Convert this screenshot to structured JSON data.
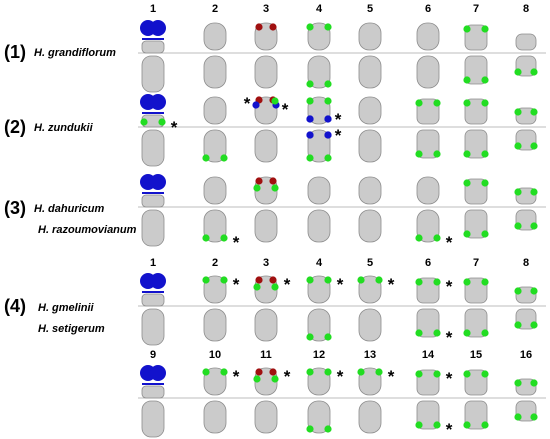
{
  "colors": {
    "chromosome_fill": "#cbcbcb",
    "chromosome_stroke": "#8c8c8c",
    "signal_green": "#22dd22",
    "signal_red": "#a01010",
    "signal_blue": "#1212cc",
    "centromere_line": "#bdbdbd"
  },
  "groups": [
    {
      "label": "(1)",
      "names": [
        "H. grandiflorum"
      ],
      "number_row": [
        "1",
        "2",
        "3",
        "4",
        "5",
        "6",
        "7",
        "8"
      ],
      "rows": [
        {
          "chromosomes": [
            {
              "num": "1",
              "shape": "sat",
              "top": [
                "blue"
              ],
              "bottom": [],
              "mid": [],
              "star": false,
              "star_pos": ""
            },
            {
              "num": "2",
              "shape": "met",
              "top": [],
              "bottom": [],
              "mid": [],
              "star": false,
              "star_pos": ""
            },
            {
              "num": "3",
              "shape": "met",
              "top": [
                "red",
                "red"
              ],
              "bottom": [],
              "mid": [],
              "star": false,
              "star_pos": ""
            },
            {
              "num": "4",
              "shape": "met",
              "top": [
                "green",
                "green"
              ],
              "bottom": [
                "green",
                "green"
              ],
              "mid": [],
              "star": false,
              "star_pos": ""
            },
            {
              "num": "5",
              "shape": "met",
              "top": [],
              "bottom": [],
              "mid": [],
              "star": false,
              "star_pos": ""
            },
            {
              "num": "6",
              "shape": "met",
              "top": [],
              "bottom": [],
              "mid": [],
              "star": false,
              "star_pos": ""
            },
            {
              "num": "7",
              "shape": "flat",
              "top": [
                "green",
                "green"
              ],
              "bottom": [
                "green",
                "green"
              ],
              "mid": [],
              "star": false,
              "star_pos": ""
            },
            {
              "num": "8",
              "shape": "small",
              "top": [],
              "bottom": [
                "green",
                "green"
              ],
              "mid": [],
              "star": false,
              "star_pos": ""
            }
          ]
        }
      ]
    },
    {
      "label": "(2)",
      "names": [
        "H. zundukii"
      ],
      "number_row": [],
      "rows": [
        {
          "chromosomes": [
            {
              "num": "1",
              "shape": "sat",
              "top": [
                "blue",
                "green"
              ],
              "bottom": [],
              "mid": [],
              "star": true,
              "star_pos": "upper-right"
            },
            {
              "num": "2",
              "shape": "met",
              "top": [],
              "bottom": [
                "green",
                "green"
              ],
              "mid": [],
              "star": false,
              "star_pos": ""
            },
            {
              "num": "3",
              "shape": "met",
              "top": [
                "red-blue",
                "green"
              ],
              "bottom": [],
              "mid": [],
              "star": true,
              "star_pos": "both-sides"
            },
            {
              "num": "4",
              "shape": "met",
              "top": [
                "green",
                "green"
              ],
              "bottom": [
                "green",
                "green"
              ],
              "mid": [
                "blue",
                "blue"
              ],
              "star": true,
              "star_pos": "mid-right"
            },
            {
              "num": "5",
              "shape": "met",
              "top": [],
              "bottom": [],
              "mid": [],
              "star": false,
              "star_pos": ""
            },
            {
              "num": "6",
              "shape": "flat",
              "top": [
                "green",
                "green"
              ],
              "bottom": [
                "green",
                "green"
              ],
              "mid": [],
              "star": false,
              "star_pos": ""
            },
            {
              "num": "7",
              "shape": "flat",
              "top": [
                "green",
                "green"
              ],
              "bottom": [
                "green",
                "green"
              ],
              "mid": [],
              "star": false,
              "star_pos": ""
            },
            {
              "num": "8",
              "shape": "small",
              "top": [
                "green",
                "green"
              ],
              "bottom": [
                "green",
                "green"
              ],
              "mid": [],
              "star": false,
              "star_pos": ""
            }
          ]
        }
      ]
    },
    {
      "label": "(3)",
      "names": [
        "H. dahuricum",
        "H. razoumovianum"
      ],
      "number_row": [],
      "rows": [
        {
          "chromosomes": [
            {
              "num": "1",
              "shape": "sat",
              "top": [
                "blue"
              ],
              "bottom": [],
              "mid": [],
              "star": false,
              "star_pos": ""
            },
            {
              "num": "2",
              "shape": "met",
              "top": [],
              "bottom": [
                "green",
                "green"
              ],
              "mid": [],
              "star": true,
              "star_pos": "lower-right"
            },
            {
              "num": "3",
              "shape": "met",
              "top": [
                "red",
                "red",
                "green"
              ],
              "bottom": [],
              "mid": [],
              "star": false,
              "star_pos": ""
            },
            {
              "num": "4",
              "shape": "met",
              "top": [],
              "bottom": [],
              "mid": [],
              "star": false,
              "star_pos": ""
            },
            {
              "num": "5",
              "shape": "met",
              "top": [],
              "bottom": [],
              "mid": [],
              "star": false,
              "star_pos": ""
            },
            {
              "num": "6",
              "shape": "met",
              "top": [],
              "bottom": [
                "green",
                "green"
              ],
              "mid": [],
              "star": true,
              "star_pos": "lower-right"
            },
            {
              "num": "7",
              "shape": "flat",
              "top": [
                "green",
                "green"
              ],
              "bottom": [
                "green",
                "green"
              ],
              "mid": [],
              "star": false,
              "star_pos": ""
            },
            {
              "num": "8",
              "shape": "small",
              "top": [
                "green",
                "green"
              ],
              "bottom": [
                "green",
                "green"
              ],
              "mid": [],
              "star": false,
              "star_pos": ""
            }
          ]
        }
      ]
    },
    {
      "label": "(4)",
      "names": [
        "H. gmelinii",
        "H. setigerum"
      ],
      "number_row": [
        "1",
        "2",
        "3",
        "4",
        "5",
        "6",
        "7",
        "8"
      ],
      "rows": [
        {
          "chromosomes": [
            {
              "num": "1",
              "shape": "sat",
              "top": [
                "blue"
              ],
              "bottom": [],
              "mid": [],
              "star": false,
              "star_pos": ""
            },
            {
              "num": "2",
              "shape": "met",
              "top": [
                "green",
                "green"
              ],
              "bottom": [],
              "mid": [],
              "star": true,
              "star_pos": "upper-right"
            },
            {
              "num": "3",
              "shape": "met",
              "top": [
                "red",
                "red",
                "green"
              ],
              "bottom": [],
              "mid": [],
              "star": true,
              "star_pos": "upper-right"
            },
            {
              "num": "4",
              "shape": "met",
              "top": [
                "green",
                "green"
              ],
              "bottom": [
                "green",
                "green"
              ],
              "mid": [],
              "star": true,
              "star_pos": "upper-right"
            },
            {
              "num": "5",
              "shape": "met",
              "top": [
                "green",
                "green"
              ],
              "bottom": [],
              "mid": [],
              "star": true,
              "star_pos": "upper-right"
            },
            {
              "num": "6",
              "shape": "flat",
              "top": [
                "green",
                "green"
              ],
              "bottom": [
                "green",
                "green"
              ],
              "mid": [],
              "star": true,
              "star_pos": "both-right"
            },
            {
              "num": "7",
              "shape": "flat",
              "top": [
                "green",
                "green"
              ],
              "bottom": [
                "green",
                "green"
              ],
              "mid": [],
              "star": false,
              "star_pos": ""
            },
            {
              "num": "8",
              "shape": "small",
              "top": [
                "green",
                "green"
              ],
              "bottom": [
                "green",
                "green"
              ],
              "mid": [],
              "star": false,
              "star_pos": ""
            }
          ]
        },
        {
          "numbers": [
            "9",
            "10",
            "11",
            "12",
            "13",
            "14",
            "15",
            "16"
          ],
          "chromosomes": [
            {
              "num": "9",
              "shape": "sat",
              "top": [
                "blue"
              ],
              "bottom": [],
              "mid": [],
              "star": false,
              "star_pos": ""
            },
            {
              "num": "10",
              "shape": "met",
              "top": [
                "green",
                "green"
              ],
              "bottom": [],
              "mid": [],
              "star": true,
              "star_pos": "upper-right"
            },
            {
              "num": "11",
              "shape": "met",
              "top": [
                "red",
                "red",
                "green"
              ],
              "bottom": [],
              "mid": [],
              "star": true,
              "star_pos": "upper-right"
            },
            {
              "num": "12",
              "shape": "met",
              "top": [
                "green",
                "green"
              ],
              "bottom": [
                "green",
                "green"
              ],
              "mid": [],
              "star": true,
              "star_pos": "upper-right"
            },
            {
              "num": "13",
              "shape": "met",
              "top": [
                "green",
                "green"
              ],
              "bottom": [],
              "mid": [],
              "star": true,
              "star_pos": "upper-right"
            },
            {
              "num": "14",
              "shape": "flat",
              "top": [
                "green",
                "green"
              ],
              "bottom": [
                "green",
                "green"
              ],
              "mid": [],
              "star": true,
              "star_pos": "both-right"
            },
            {
              "num": "15",
              "shape": "flat",
              "top": [
                "green",
                "green"
              ],
              "bottom": [
                "green",
                "green"
              ],
              "mid": [],
              "star": false,
              "star_pos": ""
            },
            {
              "num": "16",
              "shape": "small",
              "top": [
                "green",
                "green"
              ],
              "bottom": [
                "green",
                "green"
              ],
              "mid": [],
              "star": false,
              "star_pos": ""
            }
          ]
        }
      ]
    }
  ],
  "asterisk": "*"
}
